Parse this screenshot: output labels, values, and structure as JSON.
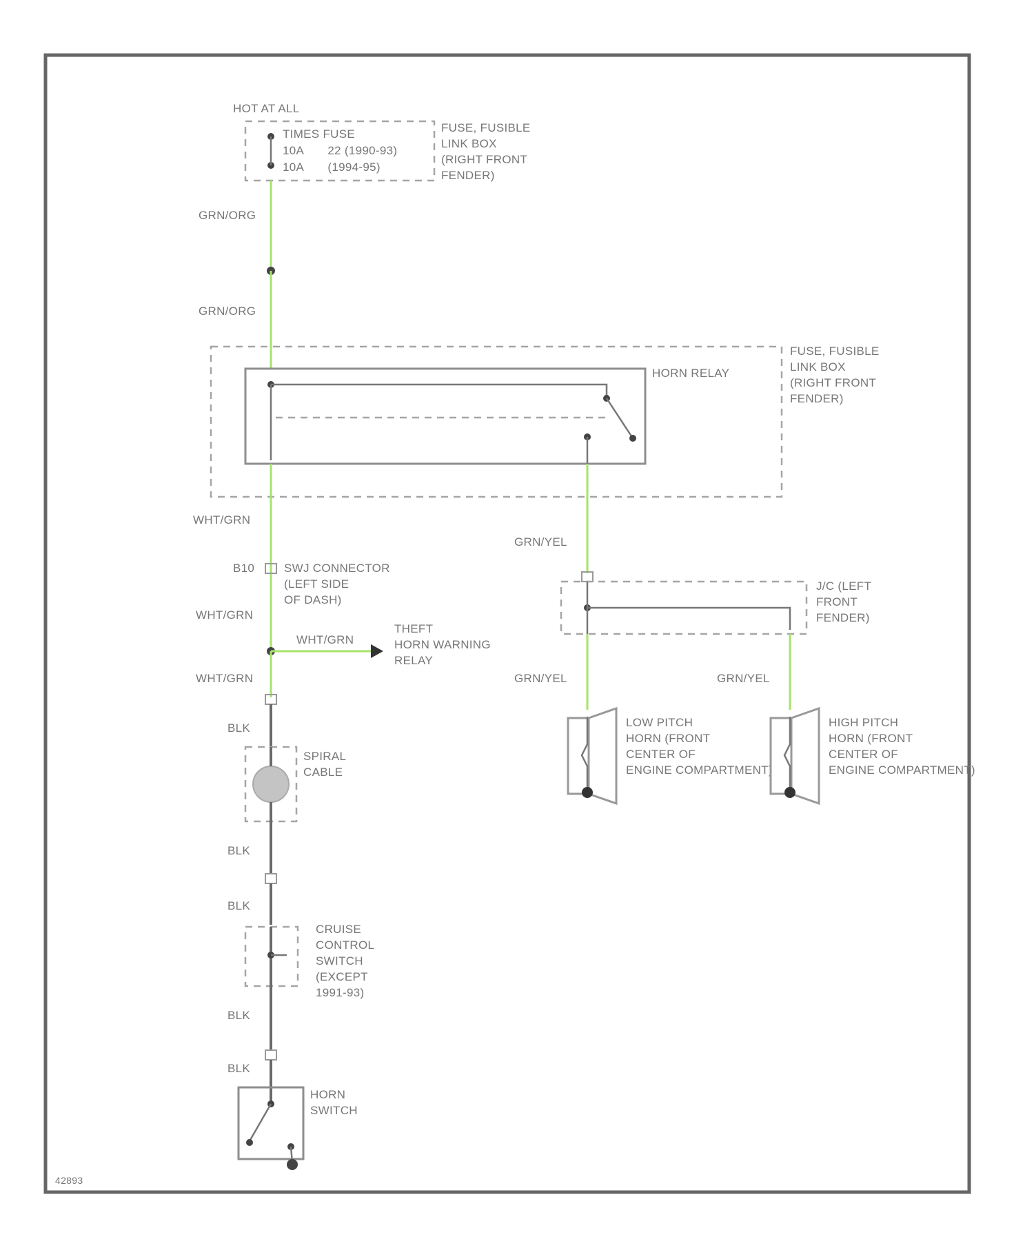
{
  "fuse_block": {
    "hot_label": "HOT AT ALL",
    "times_label": "TIMES FUSE",
    "fuse_line_1": "10A       22 (1990-93)",
    "fuse_line_2": "10A       (1994-95)",
    "location": [
      "FUSE, FUSIBLE",
      "LINK BOX",
      "(RIGHT FRONT",
      "FENDER)"
    ]
  },
  "wires": {
    "fuse_out": "GRN/ORG",
    "relay_in": "GRN/ORG",
    "relay_to_connector": "WHT/GRN",
    "connector_to_splice": "WHT/GRN",
    "theft_branch": "WHT/GRN",
    "splice_to_spiral": "WHT/GRN",
    "spiral_top": "BLK",
    "spiral_bottom": "BLK",
    "cruise_top": "BLK",
    "cruise_bottom": "BLK",
    "horn_switch_top": "BLK",
    "relay_out": "GRN/YEL",
    "low_horn": "GRN/YEL",
    "high_horn": "GRN/YEL"
  },
  "horn_relay": {
    "label": "HORN RELAY",
    "location": [
      "FUSE, FUSIBLE",
      "LINK BOX",
      "(RIGHT FRONT",
      "FENDER)"
    ]
  },
  "connector": {
    "id": "B10",
    "label": [
      "SWJ CONNECTOR",
      "(LEFT SIDE",
      "OF DASH)"
    ]
  },
  "theft_relay": [
    "THEFT",
    "HORN WARNING",
    "RELAY"
  ],
  "junction": [
    "J/C (LEFT",
    "FRONT",
    "FENDER)"
  ],
  "low_pitch_horn": [
    "LOW PITCH",
    "HORN (FRONT",
    "CENTER OF",
    "ENGINE COMPARTMENT)"
  ],
  "high_pitch_horn": [
    "HIGH PITCH",
    "HORN (FRONT",
    "CENTER OF",
    "ENGINE COMPARTMENT)"
  ],
  "spiral_cable": [
    "SPIRAL",
    "CABLE"
  ],
  "cruise_switch": [
    "CRUISE",
    "CONTROL",
    "SWITCH",
    "(EXCEPT",
    "1991-93)"
  ],
  "horn_switch": [
    "HORN",
    "SWITCH"
  ],
  "figure_id": "42893"
}
